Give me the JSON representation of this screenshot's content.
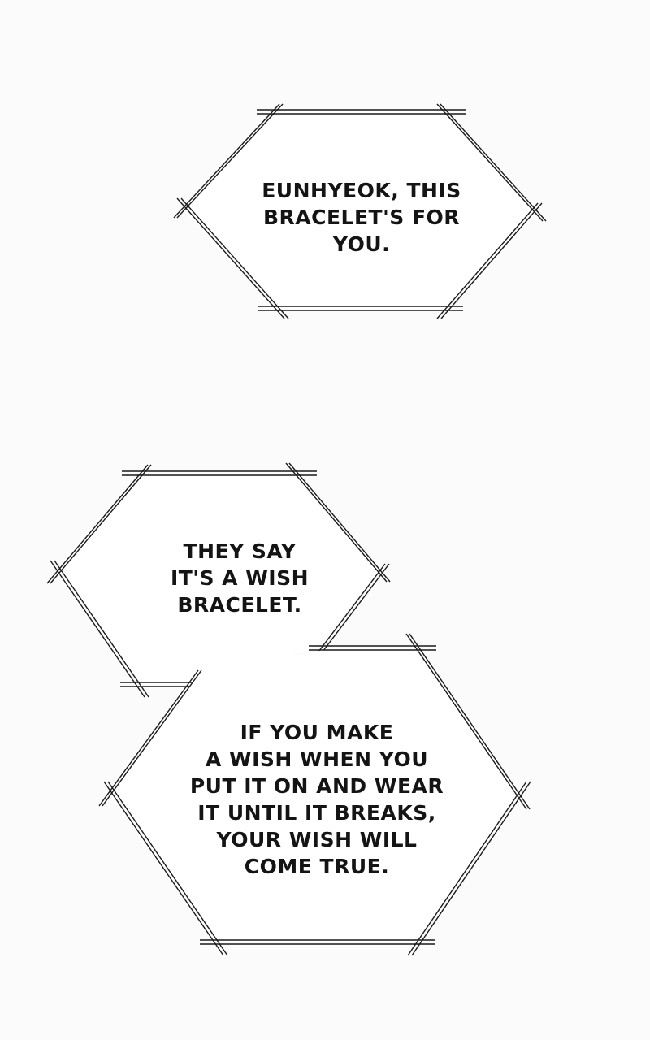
{
  "bubbles": {
    "first": {
      "text": "EUNHYEOK, THIS\nBRACELET'S FOR\nYOU."
    },
    "second": {
      "text": "THEY SAY\nIT'S A WISH\nBRACELET."
    },
    "third": {
      "text": "IF YOU MAKE\nA WISH WHEN YOU\nPUT IT ON AND WEAR\nIT UNTIL IT BREAKS,\nYOUR WISH WILL\nCOME TRUE."
    }
  },
  "colors": {
    "background": "#fbfbfb",
    "bubble_fill": "#ffffff",
    "outline": "#1a1a1a"
  }
}
